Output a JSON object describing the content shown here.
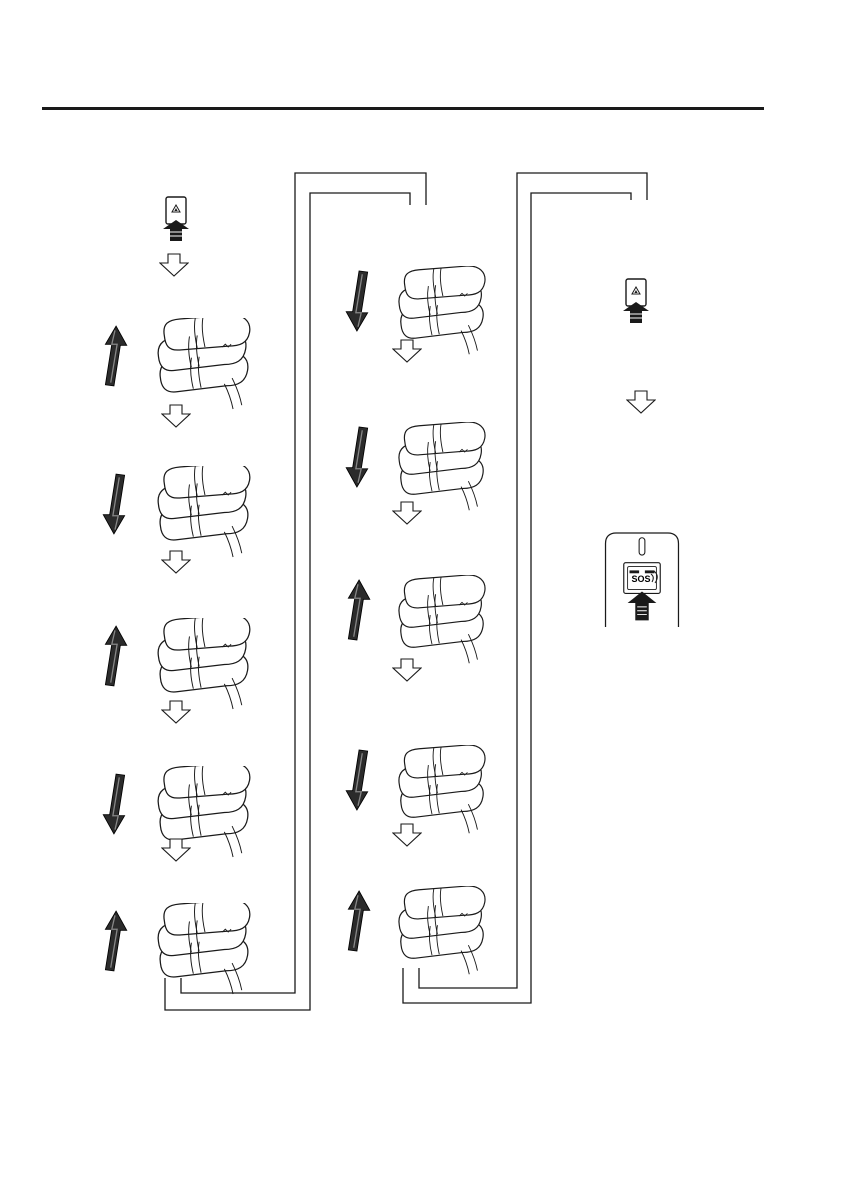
{
  "diagram": {
    "type": "procedure-flow",
    "columns": [
      {
        "steps": [
          {
            "action": "press",
            "control": "hazard-warning-switch"
          },
          {
            "action": "push-up",
            "control": "wiper-lever"
          },
          {
            "action": "push-down",
            "control": "wiper-lever"
          },
          {
            "action": "push-up",
            "control": "wiper-lever"
          },
          {
            "action": "push-down",
            "control": "wiper-lever"
          },
          {
            "action": "push-up",
            "control": "wiper-lever"
          }
        ]
      },
      {
        "steps": [
          {
            "action": "push-down",
            "control": "wiper-lever"
          },
          {
            "action": "push-down",
            "control": "wiper-lever"
          },
          {
            "action": "push-up",
            "control": "wiper-lever"
          },
          {
            "action": "push-down",
            "control": "wiper-lever"
          },
          {
            "action": "push-up",
            "control": "wiper-lever"
          }
        ]
      },
      {
        "steps": [
          {
            "action": "press",
            "control": "hazard-warning-switch"
          },
          {
            "action": "press",
            "control": "sos-button"
          }
        ]
      }
    ],
    "sos_label": "SOS"
  },
  "colors": {
    "ink": "#1a1a1a",
    "arrow_fill": "#2b2b2b",
    "paper": "#ffffff"
  },
  "icons": [
    "hazard-switch-icon",
    "wiper-lever-icon",
    "hollow-down-arrow-icon",
    "bold-up-arrow-icon",
    "bold-down-arrow-icon",
    "sos-button-icon"
  ]
}
